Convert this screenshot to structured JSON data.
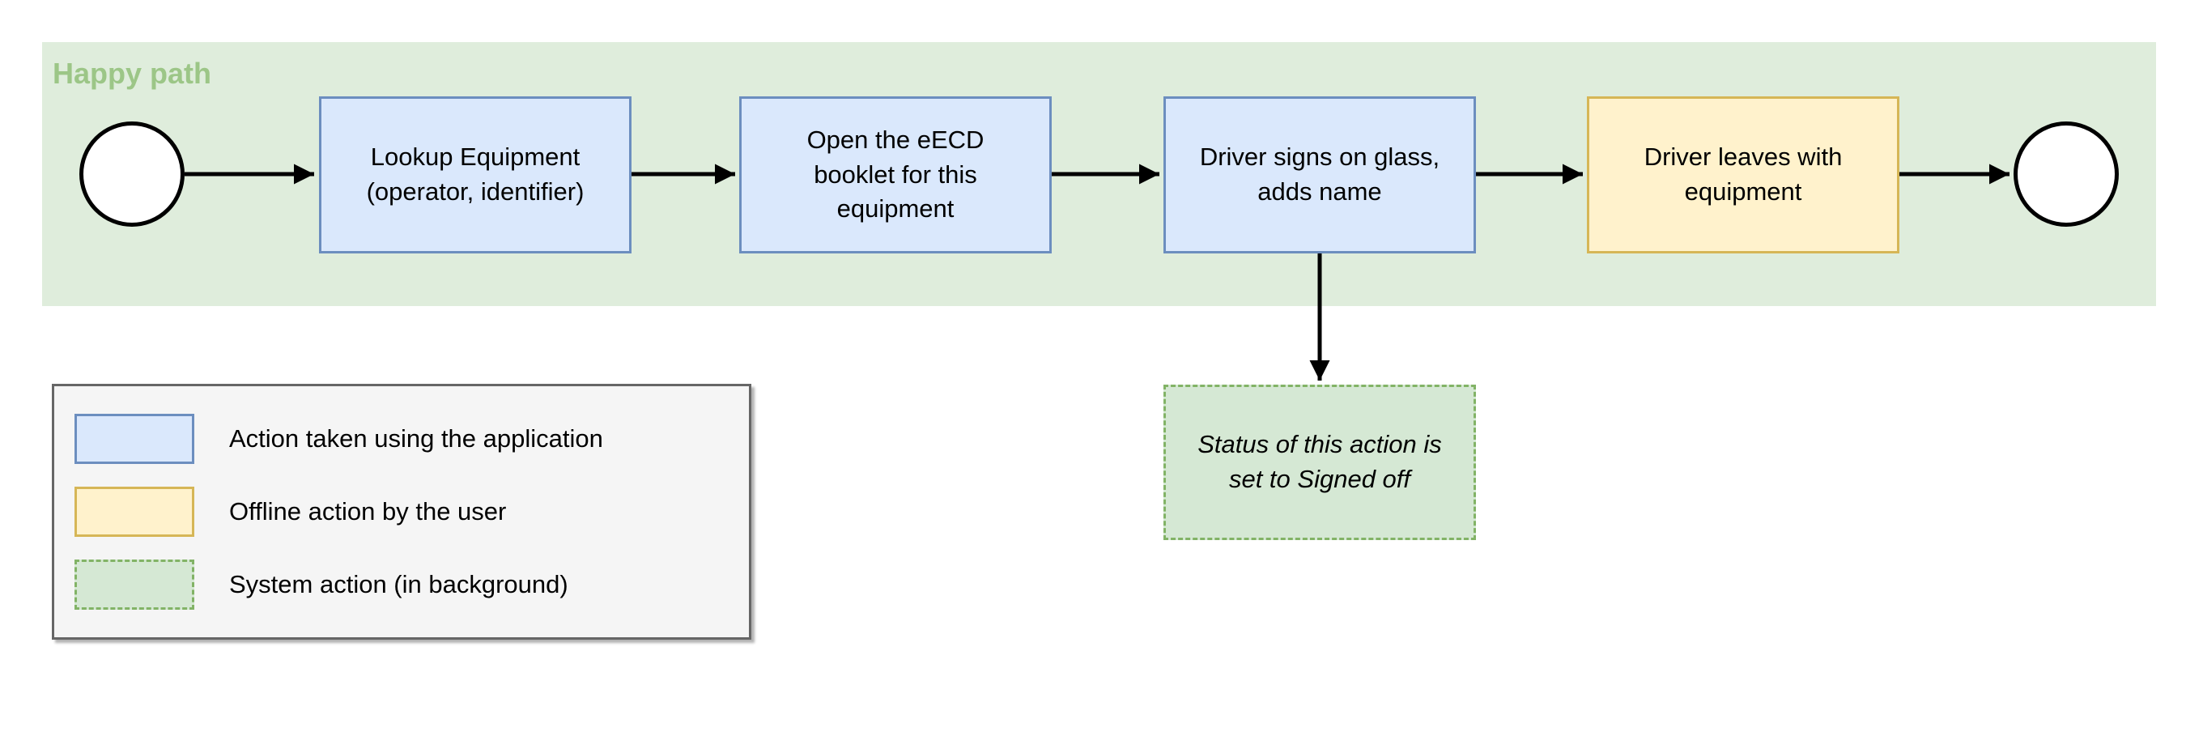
{
  "lane": {
    "title": "Happy path"
  },
  "steps": [
    {
      "label": "Lookup Equipment\n(operator, identifier)",
      "type": "application"
    },
    {
      "label": "Open the eECD\nbooklet for this\nequipment",
      "type": "application"
    },
    {
      "label": "Driver signs on glass,\nadds name",
      "type": "application"
    },
    {
      "label": "Driver leaves with\nequipment",
      "type": "offline"
    }
  ],
  "system_action": {
    "label": "Status of this action is\nset to Signed off",
    "type": "system"
  },
  "legend": {
    "items": [
      {
        "type": "application",
        "label": "Action taken using the application"
      },
      {
        "type": "offline",
        "label": "Offline action by the user"
      },
      {
        "type": "system",
        "label": "System action (in background)"
      }
    ]
  },
  "colors": {
    "application_fill": "#dae8fc",
    "application_border": "#6c8ebf",
    "offline_fill": "#fff2cc",
    "offline_border": "#d6b656",
    "system_fill": "#d5e8d4",
    "system_border": "#82b366",
    "lane_fill": "#dfeddc",
    "lane_title_text": "#9cc687",
    "connector": "#000000",
    "legend_fill": "#f5f5f5",
    "legend_border": "#666666"
  }
}
